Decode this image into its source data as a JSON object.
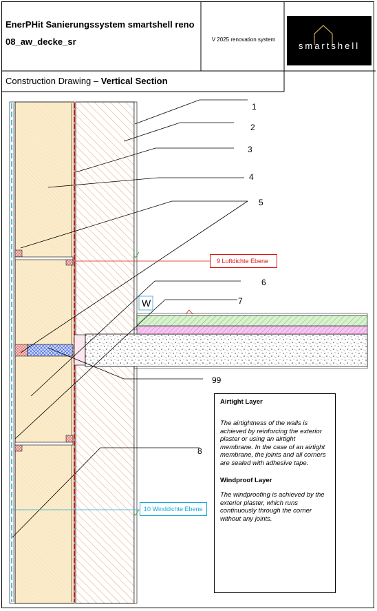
{
  "header": {
    "title": "EnerPHit Sanierungssystem smartshell reno",
    "code": "08_aw_decke_sr",
    "version": "V 2025 renovation system",
    "logo_text": "smartshell"
  },
  "subtitle": {
    "prefix": "Construction Drawing – ",
    "emphasis": "Vertical Section"
  },
  "callouts": [
    "1",
    "2",
    "3",
    "4",
    "5",
    "6",
    "7",
    "99",
    "8"
  ],
  "tags": {
    "airtight": "9 Luftdichte Ebene",
    "windproof": "10 Winddichte Ebene"
  },
  "symbol_w": "W",
  "notes": {
    "airtight_heading": "Airtight Layer",
    "airtight_text": "The airtightness of the walls is achieved by reinforcing the exterior plaster or using an airtight membrane. In the case of an airtight membrane, the joints and all corners are sealed with adhesive tape.",
    "windproof_heading": "Windproof Layer",
    "windproof_text": "The windproofing is achieved by the exterior plaster, which runs continuously through the corner without any joints."
  },
  "colors": {
    "insulation": "#fbeccb",
    "masonry_hatch": "#e8a070",
    "airtight": "#e01010",
    "windproof": "#19a9d8",
    "footfall": "#b8e6b0",
    "screed_layer": "#f4b6f0"
  }
}
